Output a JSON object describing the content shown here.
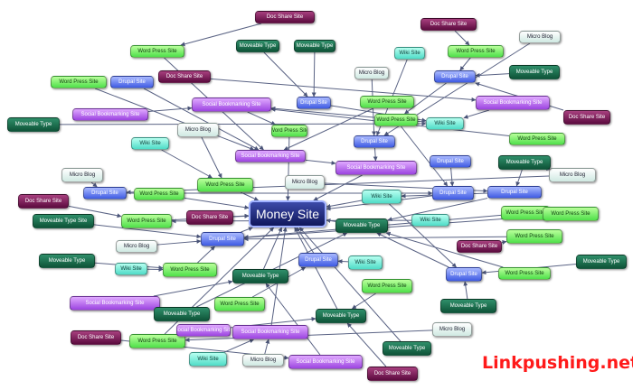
{
  "diagram": {
    "center_label": "Money Site",
    "brand": "Linkpushing.net",
    "palette": {
      "Word Press Site": "#5fe85a",
      "Micro Blog": "#e8f6f2",
      "Drupal Site": "#4c66e8",
      "Wiki Site": "#62e2cf",
      "Social Bookmarking Site": "#a653e6",
      "Doc Share Site": "#6a154b",
      "Moveable Type": "#146046"
    },
    "nodes": [
      {
        "id": "n1",
        "label": "Doc Share Site",
        "kind": "ds"
      },
      {
        "id": "n2",
        "label": "Doc Share Site",
        "kind": "ds"
      },
      {
        "id": "n3",
        "label": "Word Press Site",
        "kind": "wp"
      },
      {
        "id": "n4",
        "label": "Moveable Type",
        "kind": "mt"
      },
      {
        "id": "n5",
        "label": "Moveable Type",
        "kind": "mt"
      },
      {
        "id": "n6",
        "label": "Wiki Site",
        "kind": "wk"
      },
      {
        "id": "n7",
        "label": "Word Press Site",
        "kind": "wp"
      },
      {
        "id": "n8",
        "label": "Micro Blog",
        "kind": "mb"
      },
      {
        "id": "n9",
        "label": "Drupal Site",
        "kind": "dr"
      },
      {
        "id": "n10",
        "label": "Doc Share Site",
        "kind": "ds"
      },
      {
        "id": "n11",
        "label": "Micro Blog",
        "kind": "mb"
      },
      {
        "id": "n12",
        "label": "Moveable Type",
        "kind": "mt"
      },
      {
        "id": "n13",
        "label": "Word Press Site",
        "kind": "wp"
      },
      {
        "id": "n14",
        "label": "Drupal Site",
        "kind": "dr"
      },
      {
        "id": "n15",
        "label": "Drupal Site",
        "kind": "dr"
      },
      {
        "id": "n16",
        "label": "Social Bookmarking Site",
        "kind": "sb"
      },
      {
        "id": "n17",
        "label": "Drupal Site",
        "kind": "dr"
      },
      {
        "id": "n18",
        "label": "Word Press Site",
        "kind": "wp"
      },
      {
        "id": "n19",
        "label": "Social Bookmarking Site",
        "kind": "sb"
      },
      {
        "id": "n20",
        "label": "Social Bookmarking Site",
        "kind": "sb"
      },
      {
        "id": "n21",
        "label": "Doc Share Site",
        "kind": "ds"
      },
      {
        "id": "n22",
        "label": "Moveable Type",
        "kind": "mt"
      },
      {
        "id": "n23",
        "label": "Micro Blog",
        "kind": "mb"
      },
      {
        "id": "n24",
        "label": "Wiki Site",
        "kind": "wk"
      },
      {
        "id": "n25",
        "label": "Drupal Site",
        "kind": "dr"
      },
      {
        "id": "n26",
        "label": "Wiki Site",
        "kind": "wk"
      },
      {
        "id": "n27",
        "label": "Word Press Site",
        "kind": "wp"
      },
      {
        "id": "n28",
        "label": "Word Press Site",
        "kind": "wp"
      },
      {
        "id": "n29",
        "label": "Social Bookmarking Site",
        "kind": "sb"
      },
      {
        "id": "n30",
        "label": "Micro Blog",
        "kind": "mb"
      },
      {
        "id": "n31",
        "label": "Micro Blog",
        "kind": "mb"
      },
      {
        "id": "n32",
        "label": "Drupal Site",
        "kind": "dr"
      },
      {
        "id": "n33",
        "label": "Word Press Site",
        "kind": "wp"
      },
      {
        "id": "n34",
        "label": "Social Bookmarking Site",
        "kind": "sb"
      },
      {
        "id": "n35",
        "label": "Word Press Site",
        "kind": "wp"
      },
      {
        "id": "n36",
        "label": "Drupal Site",
        "kind": "dr"
      },
      {
        "id": "n37",
        "label": "Moveable Type",
        "kind": "mt"
      },
      {
        "id": "n38",
        "label": "Micro Blog",
        "kind": "mb"
      },
      {
        "id": "n39",
        "label": "Drupal Site",
        "kind": "dr"
      },
      {
        "id": "n40",
        "label": "Wiki Site",
        "kind": "wk"
      },
      {
        "id": "n41",
        "label": "Doc Share Site",
        "kind": "ds"
      },
      {
        "id": "n42",
        "label": "Word Press Site",
        "kind": "wp"
      },
      {
        "id": "n43",
        "label": "Money Site",
        "kind": "money"
      },
      {
        "id": "n44",
        "label": "Moveable Type",
        "kind": "mt"
      },
      {
        "id": "n45",
        "label": "Wiki Site",
        "kind": "wk"
      },
      {
        "id": "n46",
        "label": "Word Press Site",
        "kind": "wp"
      },
      {
        "id": "n47",
        "label": "Moveable Type Site",
        "kind": "mt"
      },
      {
        "id": "n48",
        "label": "Word Press Site",
        "kind": "wp"
      },
      {
        "id": "n49",
        "label": "Doc Share Site",
        "kind": "ds"
      },
      {
        "id": "n50",
        "label": "Word Press Site",
        "kind": "wp"
      },
      {
        "id": "n51",
        "label": "Micro Blog",
        "kind": "mb"
      },
      {
        "id": "n52",
        "label": "Drupal Site",
        "kind": "dr"
      },
      {
        "id": "n53",
        "label": "Doc Share Site",
        "kind": "ds"
      },
      {
        "id": "n54",
        "label": "Word Press Site",
        "kind": "wp"
      },
      {
        "id": "n55",
        "label": "Moveable Type",
        "kind": "mt"
      },
      {
        "id": "n56",
        "label": "Wiki Site",
        "kind": "wk"
      },
      {
        "id": "n57",
        "label": "Word Press Site",
        "kind": "wp"
      },
      {
        "id": "n58",
        "label": "Drupal Site",
        "kind": "dr"
      },
      {
        "id": "n59",
        "label": "Wiki Site",
        "kind": "wk"
      },
      {
        "id": "n60",
        "label": "Moveable Type",
        "kind": "mt"
      },
      {
        "id": "n61",
        "label": "Drupal Site",
        "kind": "dr"
      },
      {
        "id": "n62",
        "label": "Word Press Site",
        "kind": "wp"
      },
      {
        "id": "n63",
        "label": "Moveable Type",
        "kind": "mt"
      },
      {
        "id": "n64",
        "label": "Social Bookmarking Site",
        "kind": "sb"
      },
      {
        "id": "n65",
        "label": "Word Press Site",
        "kind": "wp"
      },
      {
        "id": "n66",
        "label": "Word Press Site",
        "kind": "wp"
      },
      {
        "id": "n67",
        "label": "Moveable Type",
        "kind": "mt"
      },
      {
        "id": "n68",
        "label": "Moveable Type",
        "kind": "mt"
      },
      {
        "id": "n69",
        "label": "Social Bookmarking Site",
        "kind": "sb"
      },
      {
        "id": "n70",
        "label": "Micro Blog",
        "kind": "mb"
      },
      {
        "id": "n71",
        "label": "Doc Share Site",
        "kind": "ds"
      },
      {
        "id": "n72",
        "label": "Word Press Site",
        "kind": "wp"
      },
      {
        "id": "n73",
        "label": "Social Bookmarking Site",
        "kind": "sb"
      },
      {
        "id": "n74",
        "label": "Moveable Type",
        "kind": "mt"
      },
      {
        "id": "n75",
        "label": "Wiki Site",
        "kind": "wk"
      },
      {
        "id": "n76",
        "label": "Micro Blog",
        "kind": "mb"
      },
      {
        "id": "n77",
        "label": "Social Bookmarking Site",
        "kind": "sb"
      },
      {
        "id": "n78",
        "label": "Doc Share Site",
        "kind": "ds"
      },
      {
        "id": "n79",
        "label": "Moveable Type",
        "kind": "mt"
      }
    ],
    "edges": [
      [
        "n4",
        "n15"
      ],
      [
        "n5",
        "n15"
      ],
      [
        "n8",
        "n17"
      ],
      [
        "n6",
        "n17"
      ],
      [
        "n3",
        "n16"
      ],
      [
        "n11",
        "n17"
      ],
      [
        "n1",
        "n3"
      ],
      [
        "n2",
        "n7"
      ],
      [
        "n7",
        "n9"
      ],
      [
        "n10",
        "n9"
      ],
      [
        "n12",
        "n9"
      ],
      [
        "n14",
        "n16"
      ],
      [
        "n13",
        "n16"
      ],
      [
        "n18",
        "n29"
      ],
      [
        "n20",
        "n29"
      ],
      [
        "n9",
        "n28"
      ],
      [
        "n19",
        "n26"
      ],
      [
        "n21",
        "n19"
      ],
      [
        "n22",
        "n26"
      ],
      [
        "n23",
        "n33"
      ],
      [
        "n24",
        "n33"
      ],
      [
        "n26",
        "n29"
      ],
      [
        "n27",
        "n16"
      ],
      [
        "n28",
        "n36"
      ],
      [
        "n25",
        "n36"
      ],
      [
        "n15",
        "n26"
      ],
      [
        "n16",
        "n34"
      ],
      [
        "n17",
        "n34"
      ],
      [
        "n30",
        "n32"
      ],
      [
        "n31",
        "n32"
      ],
      [
        "n32",
        "n36"
      ],
      [
        "n29",
        "n35"
      ],
      [
        "n35",
        "n43"
      ],
      [
        "n34",
        "n43"
      ],
      [
        "n36",
        "n43"
      ],
      [
        "n37",
        "n39"
      ],
      [
        "n38",
        "n39"
      ],
      [
        "n39",
        "n40"
      ],
      [
        "n42",
        "n43"
      ],
      [
        "n41",
        "n43"
      ],
      [
        "n40",
        "n43"
      ],
      [
        "n33",
        "n43"
      ],
      [
        "n44",
        "n43"
      ],
      [
        "n45",
        "n46"
      ],
      [
        "n46",
        "n43"
      ],
      [
        "n47",
        "n52"
      ],
      [
        "n48",
        "n52"
      ],
      [
        "n49",
        "n46"
      ],
      [
        "n50",
        "n52"
      ],
      [
        "n51",
        "n52"
      ],
      [
        "n52",
        "n43"
      ],
      [
        "n54",
        "n52"
      ],
      [
        "n53",
        "n54"
      ],
      [
        "n55",
        "n57"
      ],
      [
        "n56",
        "n57"
      ],
      [
        "n57",
        "n52"
      ],
      [
        "n58",
        "n43"
      ],
      [
        "n59",
        "n58"
      ],
      [
        "n60",
        "n43"
      ],
      [
        "n61",
        "n44"
      ],
      [
        "n62",
        "n44"
      ],
      [
        "n63",
        "n61"
      ],
      [
        "n64",
        "n60"
      ],
      [
        "n65",
        "n58"
      ],
      [
        "n66",
        "n67"
      ],
      [
        "n67",
        "n43"
      ],
      [
        "n68",
        "n61"
      ],
      [
        "n69",
        "n43"
      ],
      [
        "n70",
        "n72"
      ],
      [
        "n72",
        "n43"
      ],
      [
        "n71",
        "n73"
      ],
      [
        "n73",
        "n60"
      ],
      [
        "n74",
        "n43"
      ],
      [
        "n75",
        "n69"
      ],
      [
        "n76",
        "n69"
      ],
      [
        "n77",
        "n67"
      ],
      [
        "n78",
        "n67"
      ],
      [
        "n79",
        "n44"
      ],
      [
        "n40",
        "n61"
      ],
      [
        "n39",
        "n44"
      ],
      [
        "n30",
        "n37"
      ]
    ]
  }
}
